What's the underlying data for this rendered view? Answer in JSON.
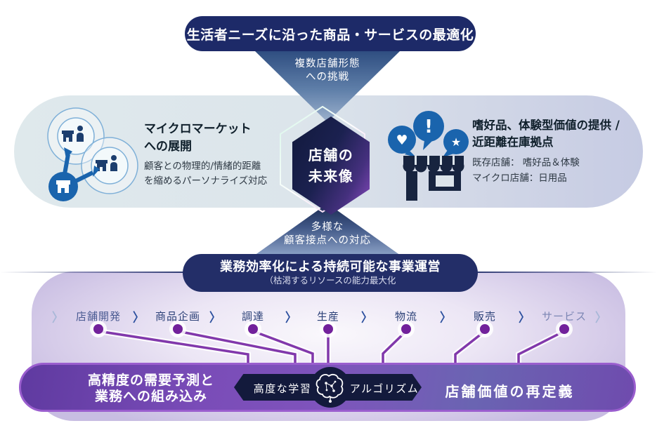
{
  "top_banner": {
    "label": "生活者ニーズに沿った商品・サービスの最適化"
  },
  "down_arrow": {
    "line1": "複数店舗形態",
    "line2": "への挑戦"
  },
  "future_band": {
    "left": {
      "title_line1": "マイクロマーケット",
      "title_line2": "への展開",
      "desc_line1": "顧客との物理的/情緒的距離",
      "desc_line2": "を縮めるパーソナライズ対応"
    },
    "center": {
      "line1": "店舗の",
      "line2": "未来像"
    },
    "right": {
      "title_line1": "嗜好品、体験型価値の提供 /",
      "title_line2": "近距離在庫拠点",
      "desc_line1": "既存店舗： 嗜好品＆体験",
      "desc_line2": "マイクロ店舗：日用品"
    }
  },
  "up_arrow": {
    "line1": "多様な",
    "line2": "顧客接点への対応"
  },
  "efficiency_banner": {
    "title": "業務効率化による持続可能な事業運営",
    "subtitle": "（枯渇するリソースの能力最大化"
  },
  "value_chain": {
    "separator": "〉",
    "steps": [
      "店舗開発",
      "商品企画",
      "調達",
      "生産",
      "物流",
      "販売",
      "サービス"
    ]
  },
  "bottom_band": {
    "left_line1": "高精度の需要予測と",
    "left_line2": "業務への組み込み",
    "center_left": "高度な学習",
    "center_right": "アルゴリズム",
    "right": "店舗価値の再定義"
  },
  "icons": {
    "heart": "♥",
    "exclamation": "!",
    "star": "★"
  },
  "colors": {
    "navy_pill": "#1d2a68",
    "efficiency_pill": "#232e68",
    "hex_gradient_end": "#8c4bc2",
    "band_purple": "#7a4cb8",
    "band_border": "#9a5ece",
    "dot_purple": "#72219b",
    "connector_purple": "#8138ab",
    "chevron_blue": "#2b4f9e",
    "icon_blue": "#1a64ad",
    "icon_navy": "#17243f"
  }
}
